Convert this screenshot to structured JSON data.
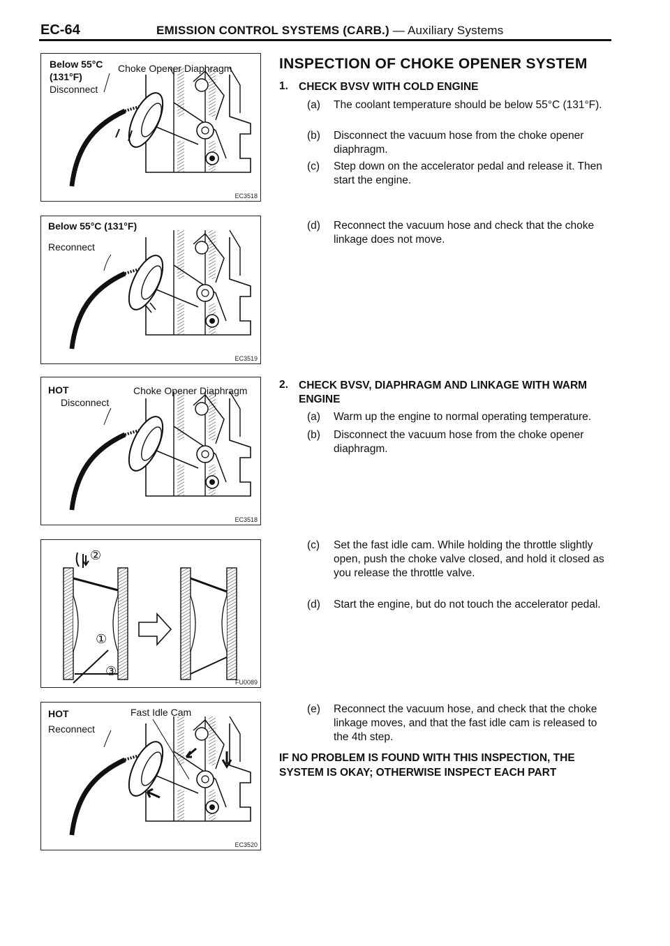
{
  "header": {
    "page_code": "EC-64",
    "title": "EMISSION CONTROL SYSTEMS (CARB.)",
    "subtitle": "— Auxiliary Systems"
  },
  "figures": [
    {
      "label_a": "Below 55°C",
      "label_b": "(131°F)",
      "label_c": "Disconnect",
      "label_d": "Choke Opener Diaphragm",
      "code": "EC3518"
    },
    {
      "label_a": "Below 55°C (131°F)",
      "label_c": "Reconnect",
      "code": "EC3519"
    },
    {
      "label_a": "HOT",
      "label_c": "Disconnect",
      "label_d": "Choke Opener Diaphragm",
      "code": "EC3518"
    },
    {
      "mark_1": "①",
      "mark_2": "②",
      "mark_3": "③",
      "code": "FU0089"
    },
    {
      "label_a": "HOT",
      "label_c": "Reconnect",
      "label_d": "Fast Idle Cam",
      "code": "EC3520"
    }
  ],
  "section": {
    "title": "INSPECTION OF CHOKE OPENER SYSTEM",
    "steps": [
      {
        "num": "1.",
        "title": "CHECK BVSV WITH COLD ENGINE",
        "items": [
          {
            "key": "(a)",
            "text": "The coolant temperature should be below 55°C (131°F)."
          },
          {
            "key": "(b)",
            "text": "Disconnect the vacuum hose from the choke opener diaphragm."
          },
          {
            "key": "(c)",
            "text": "Step down on the accelerator pedal and release it. Then start the engine."
          },
          {
            "key": "(d)",
            "text": "Reconnect the vacuum hose and check that the choke linkage does not move."
          }
        ]
      },
      {
        "num": "2.",
        "title": "CHECK BVSV, DIAPHRAGM AND LINKAGE WITH WARM ENGINE",
        "items": [
          {
            "key": "(a)",
            "text": "Warm up the engine to normal operating temperature."
          },
          {
            "key": "(b)",
            "text": "Disconnect the vacuum hose from the choke opener diaphragm."
          },
          {
            "key": "(c)",
            "text": "Set the fast idle cam. While holding the throttle slightly open, push the choke valve closed, and hold it closed as you release the throttle valve."
          },
          {
            "key": "(d)",
            "text": "Start the engine, but do not touch the accelerator pedal."
          },
          {
            "key": "(e)",
            "text": "Reconnect the vacuum hose, and check that the choke linkage moves, and that the fast idle cam is released to the 4th step."
          }
        ]
      }
    ],
    "note": "IF NO PROBLEM IS FOUND WITH THIS INSPECTION, THE SYSTEM IS OKAY; OTHERWISE INSPECT EACH PART"
  }
}
